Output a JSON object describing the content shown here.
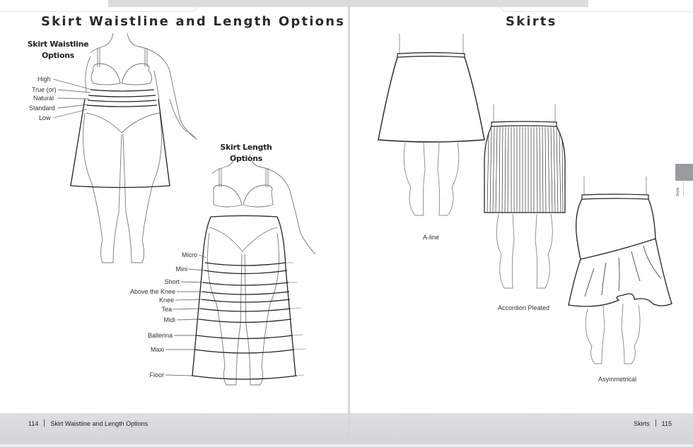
{
  "left_page": {
    "title": "Skirt Waistline and Length Options",
    "waistline": {
      "heading_line1": "Skirt Waistline",
      "heading_line2": "Options",
      "labels": [
        "High",
        "True (or)",
        "Natural",
        "Standard",
        "Low"
      ]
    },
    "length": {
      "heading": "Skirt Length Options",
      "labels": [
        "Micro",
        "Mini",
        "Short",
        "Above the Knee",
        "Knee",
        "Tea",
        "Midi",
        "Ballerina",
        "Maxi",
        "Floor"
      ]
    },
    "footer": {
      "page_number": "114",
      "section": "Skirt Waistline and Length Options"
    }
  },
  "right_page": {
    "title": "Skirts",
    "figures": [
      {
        "caption": "A-line"
      },
      {
        "caption": "Accordion Pleated"
      },
      {
        "caption": "Asymmetrical"
      }
    ],
    "side_tab": {
      "label": "Skirts",
      "color": "#9a9b9e"
    },
    "footer": {
      "section": "Skirts",
      "page_number": "115"
    }
  }
}
